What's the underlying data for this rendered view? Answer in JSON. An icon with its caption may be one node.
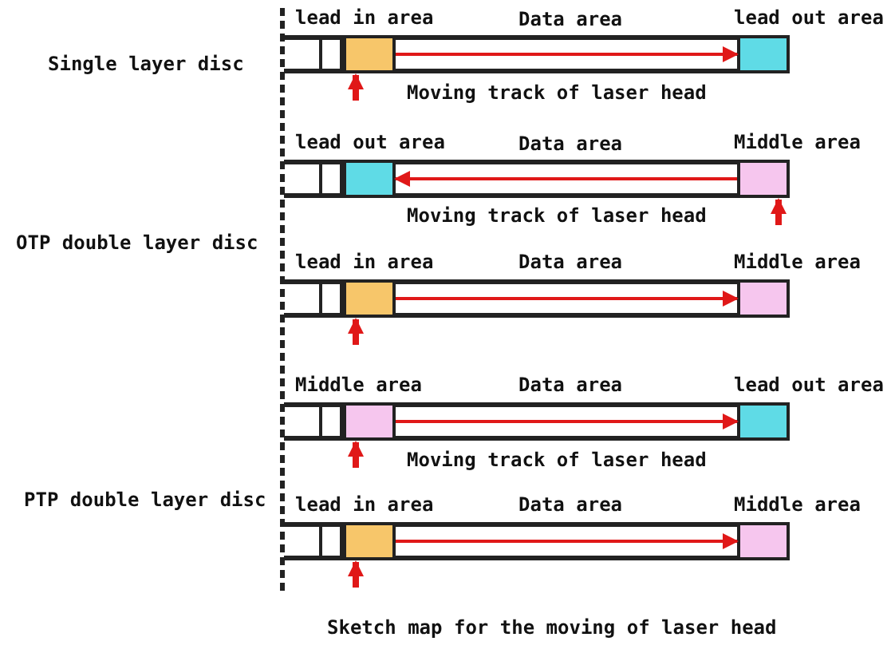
{
  "diagram": {
    "caption": "Sketch map for the moving of laser head",
    "nodes": [
      {
        "text": [
          "lead in area"
        ]
      },
      {
        "text": [
          "lead out area"
        ]
      },
      {
        "text": [
          "lead out area"
        ]
      },
      {
        "text": [
          "Middle area"
        ]
      },
      {
        "text": [
          "lead in area"
        ]
      },
      {
        "text": [
          "Middle area"
        ]
      },
      {
        "text": [
          "Middle area"
        ]
      },
      {
        "text": [
          "lead out area"
        ]
      },
      {
        "text": [
          "lead in area"
        ]
      },
      {
        "text": [
          "Middle area"
        ]
      }
    ],
    "edges": [
      {
        "from": 0,
        "to": 1,
        "arrow": "to"
      },
      {
        "from": null,
        "to": 0,
        "arrow": "to",
        "style": "thick"
      },
      {
        "from": 3,
        "to": 2,
        "arrow": "to"
      },
      {
        "from": null,
        "to": 3,
        "arrow": "to",
        "style": "thick"
      },
      {
        "from": 4,
        "to": 5,
        "arrow": "to"
      },
      {
        "from": null,
        "to": 4,
        "arrow": "to",
        "style": "thick"
      },
      {
        "from": 6,
        "to": 7,
        "arrow": "to"
      },
      {
        "from": null,
        "to": 6,
        "arrow": "to",
        "style": "thick"
      },
      {
        "from": 8,
        "to": 9,
        "arrow": "to"
      },
      {
        "from": null,
        "to": 8,
        "arrow": "to",
        "style": "thick"
      }
    ],
    "labels": [
      "Data area",
      "Single layer disc",
      "Moving track of laser head",
      "Data area",
      "Moving track of laser head",
      "OTP double layer disc",
      "Data area",
      "Data area",
      "Moving track of laser head",
      "PTP double layer disc",
      "Data area"
    ]
  }
}
